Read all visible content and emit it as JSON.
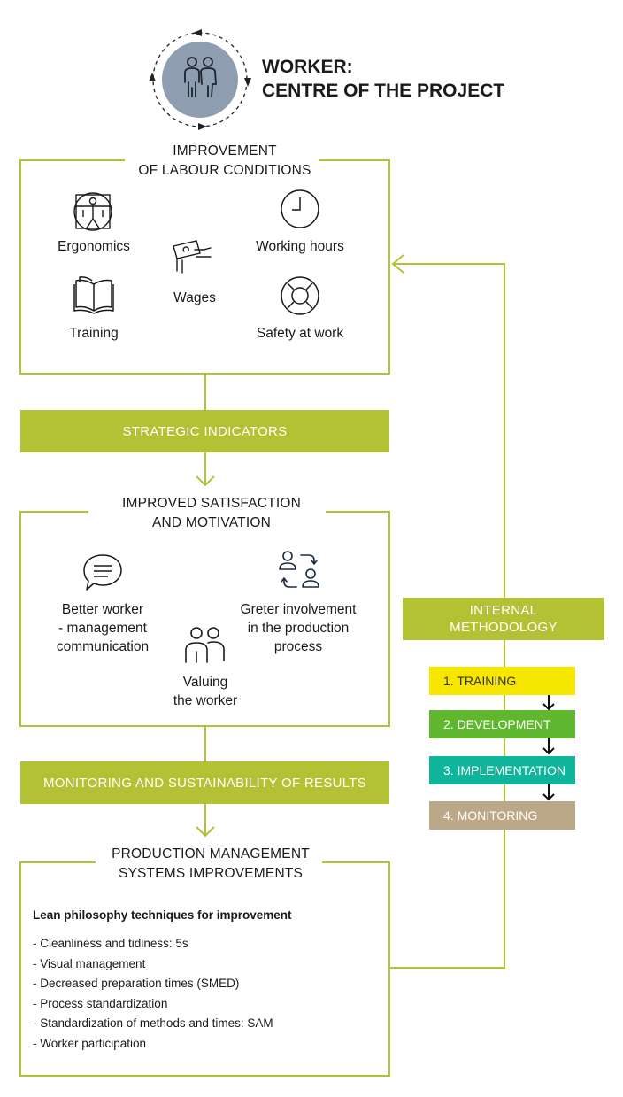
{
  "header": {
    "title_line1": "WORKER:",
    "title_line2": "CENTRE OF THE PROJECT",
    "icon": "two-people-icon"
  },
  "box1": {
    "title_line1": "IMPROVEMENT",
    "title_line2": "OF LABOUR CONDITIONS",
    "items": [
      {
        "label": "Ergonomics",
        "icon": "vitruvian-man-icon"
      },
      {
        "label": "Wages",
        "icon": "money-hand-icon"
      },
      {
        "label": "Working hours",
        "icon": "clock-icon"
      },
      {
        "label": "Training",
        "icon": "book-icon"
      },
      {
        "label": "Safety at work",
        "icon": "lifebuoy-icon"
      }
    ]
  },
  "banner1": "STRATEGIC INDICATORS",
  "box2": {
    "title_line1": "IMPROVED SATISFACTION",
    "title_line2": "AND MOTIVATION",
    "items": [
      {
        "line1": "Better worker",
        "line2": "- management",
        "line3": "communication",
        "icon": "speech-bubble-icon"
      },
      {
        "line1": "Greter involvement",
        "line2": "in the production",
        "line3": "process",
        "icon": "people-exchange-icon"
      },
      {
        "line1": "Valuing",
        "line2": "the worker",
        "icon": "two-workers-icon"
      }
    ]
  },
  "banner2": "MONITORING AND SUSTAINABILITY OF RESULTS",
  "box3": {
    "title_line1": "PRODUCTION MANAGEMENT",
    "title_line2": "SYSTEMS IMPROVEMENTS",
    "subtitle": "Lean philosophy techniques for improvement",
    "items": [
      "- Cleanliness and tidiness: 5s",
      "- Visual management",
      "- Decreased preparation times (SMED)",
      "- Process standardization",
      "- Standardization of methods and times: SAM",
      "- Worker participation"
    ]
  },
  "methodology": {
    "title_line1": "INTERNAL",
    "title_line2": "METHODOLOGY",
    "steps": [
      {
        "label": "1. TRAINING",
        "color": "#f7e600"
      },
      {
        "label": "2. DEVELOPMENT",
        "color": "#5fb72f"
      },
      {
        "label": "3. IMPLEMENTATION",
        "color": "#10b49b"
      },
      {
        "label": "4. MONITORING",
        "color": "#bba888"
      }
    ]
  },
  "colors": {
    "accent_green": "#b3c234",
    "circle_grey": "#8e9db0",
    "text": "#1a1a1a"
  }
}
